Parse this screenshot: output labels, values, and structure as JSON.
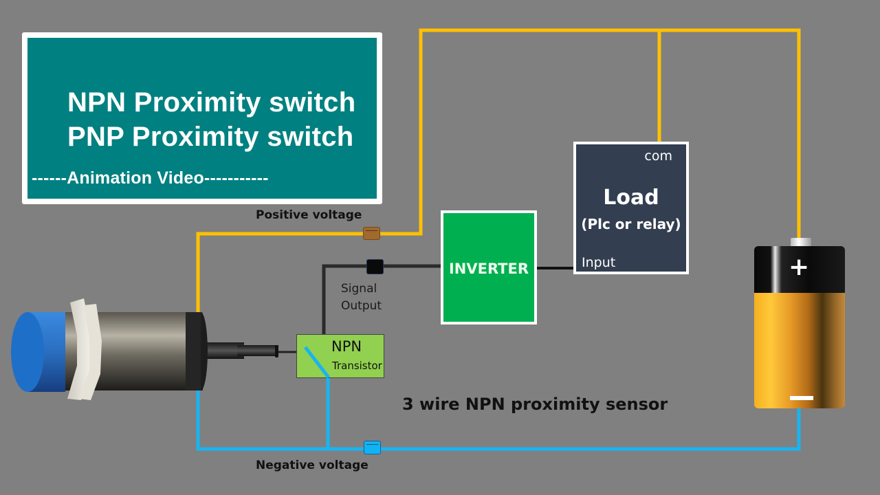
{
  "title_card": {
    "line1": "NPN Proximity switch",
    "line2": "PNP Proximity switch",
    "subtitle": "------Animation Video-----------"
  },
  "labels": {
    "positive_voltage": "Positive voltage",
    "negative_voltage": "Negative voltage",
    "signal_output_line1": "Signal",
    "signal_output_line2": "Output",
    "caption": "3 wire NPN proximity sensor"
  },
  "inverter": {
    "label": "INVERTER"
  },
  "load": {
    "com_label": "com",
    "title": "Load",
    "subtitle": "(Plc or relay)",
    "input_label": "Input"
  },
  "transistor": {
    "type": "NPN",
    "label": "Transistor"
  },
  "battery": {
    "positive_symbol": "+",
    "negative_symbol": "−"
  },
  "colors": {
    "background": "#808080",
    "title_card": "#008080",
    "positive_wire": "#ffc000",
    "negative_wire": "#19b4f0",
    "signal_wire": "#111111",
    "inverter": "#00b050",
    "load": "#333f50",
    "transistor": "#92d050"
  }
}
